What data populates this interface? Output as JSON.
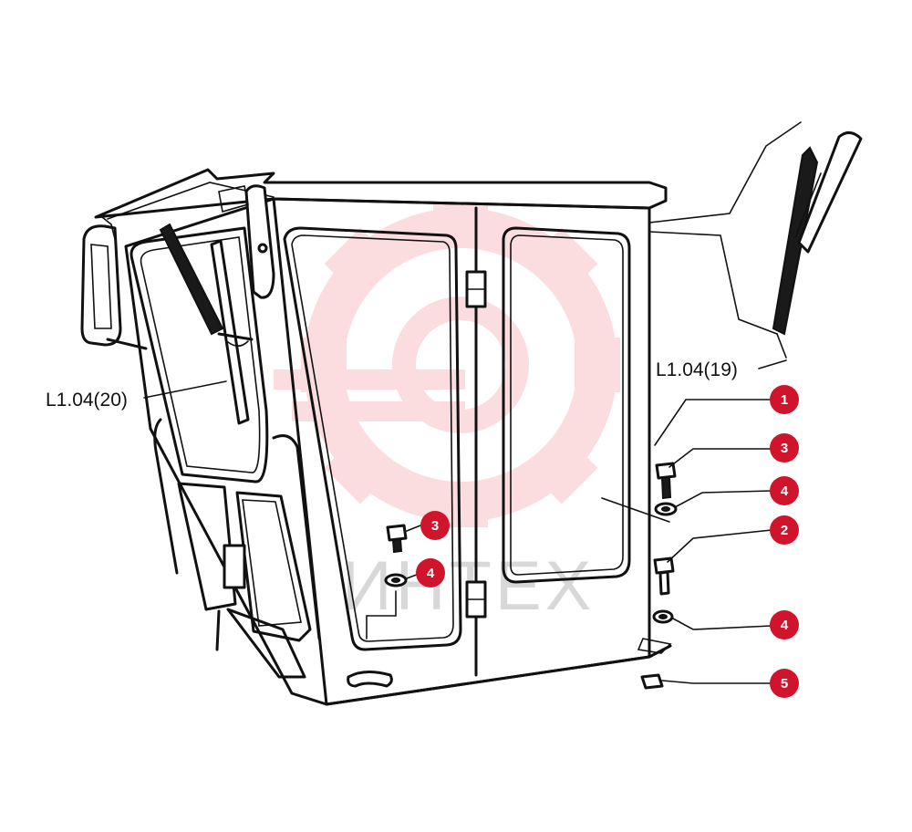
{
  "watermark": {
    "text": "ИНТЕХ",
    "color": "#e8323c"
  },
  "reference_labels": {
    "left_wiper": "L1.04(20)",
    "right_wiper": "L1.04(19)"
  },
  "callouts": [
    {
      "id": "callout-1",
      "number": "1"
    },
    {
      "id": "callout-3-right",
      "number": "3"
    },
    {
      "id": "callout-4-right-upper",
      "number": "4"
    },
    {
      "id": "callout-2",
      "number": "2"
    },
    {
      "id": "callout-4-right-lower",
      "number": "4"
    },
    {
      "id": "callout-5",
      "number": "5"
    },
    {
      "id": "callout-3-left",
      "number": "3"
    },
    {
      "id": "callout-4-left",
      "number": "4"
    }
  ],
  "colors": {
    "badge": "#d0142c",
    "line": "#111111"
  }
}
